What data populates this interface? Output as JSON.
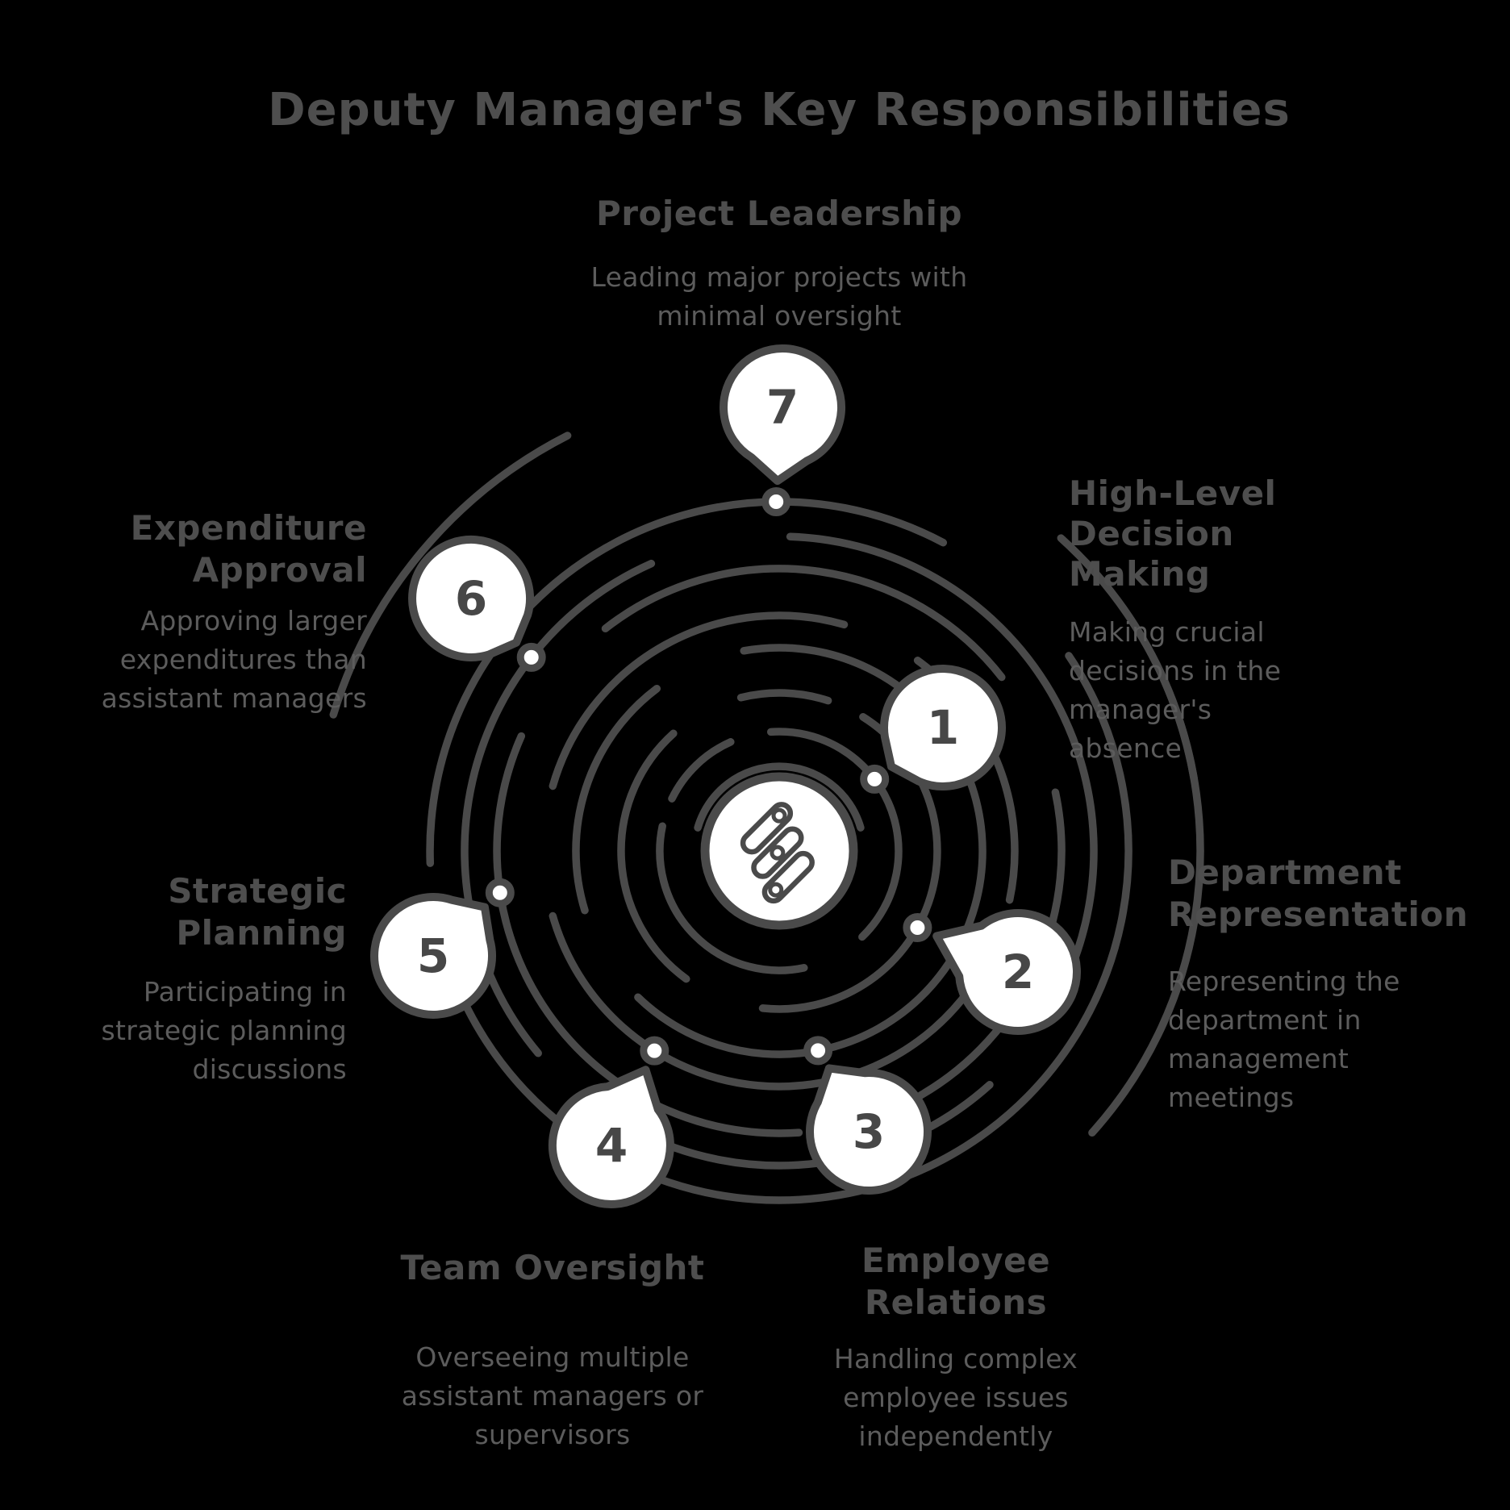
{
  "title": "Deputy Manager's Key Responsibilities",
  "colors": {
    "background": "#000000",
    "stroke": "#4a4a4a",
    "heading_text": "#4e4e4e",
    "body_text": "#5c5c5c",
    "bubble_fill": "#ffffff"
  },
  "center": {
    "icon": "sliders-icon"
  },
  "items": [
    {
      "number": "1",
      "title": "High-Level Decision Making",
      "description": "Making crucial decisions in the manager's absence"
    },
    {
      "number": "2",
      "title": "Department Representation",
      "description": "Representing the department in management meetings"
    },
    {
      "number": "3",
      "title": "Employee Relations",
      "description": "Handling complex employee issues independently"
    },
    {
      "number": "4",
      "title": "Team Oversight",
      "description": "Overseeing multiple assistant managers or supervisors"
    },
    {
      "number": "5",
      "title": "Strategic Planning",
      "description": "Participating in strategic planning discussions"
    },
    {
      "number": "6",
      "title": "Expenditure Approval",
      "description": "Approving larger expenditures than assistant managers"
    },
    {
      "number": "7",
      "title": "Project Leadership",
      "description": "Leading major projects with minimal oversight"
    }
  ]
}
